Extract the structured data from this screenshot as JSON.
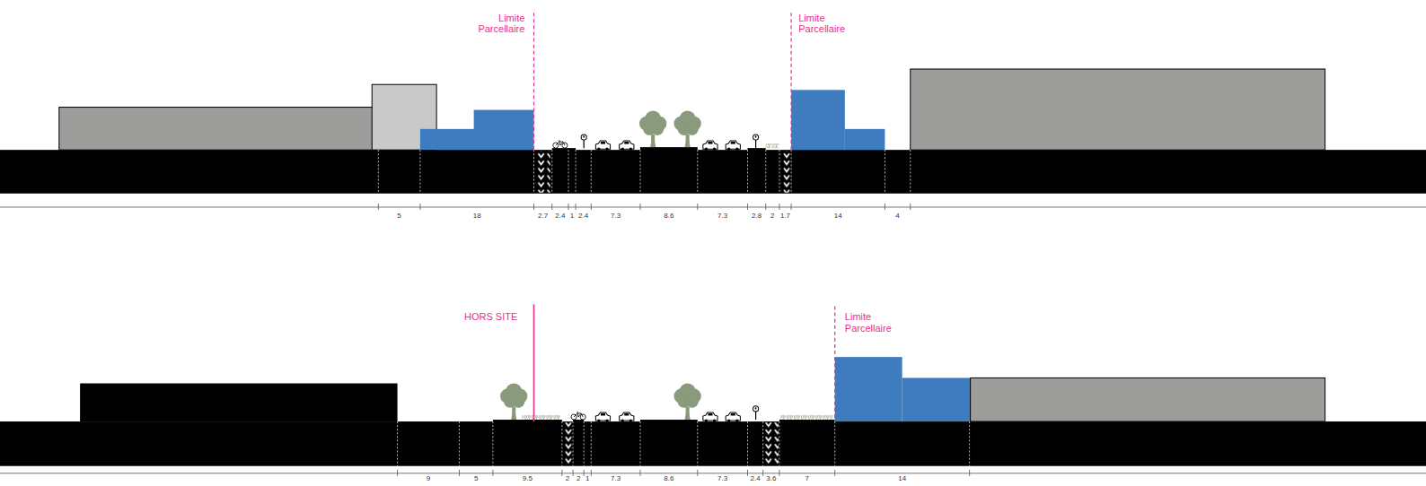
{
  "diagram": {
    "labels": [
      "Limite Parcellaire",
      "Limite Parcellaire",
      "5",
      "18",
      "2.7",
      "2.4",
      "1",
      "2.4",
      "7.3",
      "8.6",
      "7.3",
      "2.8",
      "2",
      "1.7",
      "14",
      "4",
      "HORS SITE",
      "Limite Parcellaire",
      "9",
      "5",
      "9.5",
      "2",
      "2",
      "1",
      "7.3",
      "8.6",
      "7.3",
      "2.4",
      "3.6",
      "7",
      "14"
    ]
  }
}
